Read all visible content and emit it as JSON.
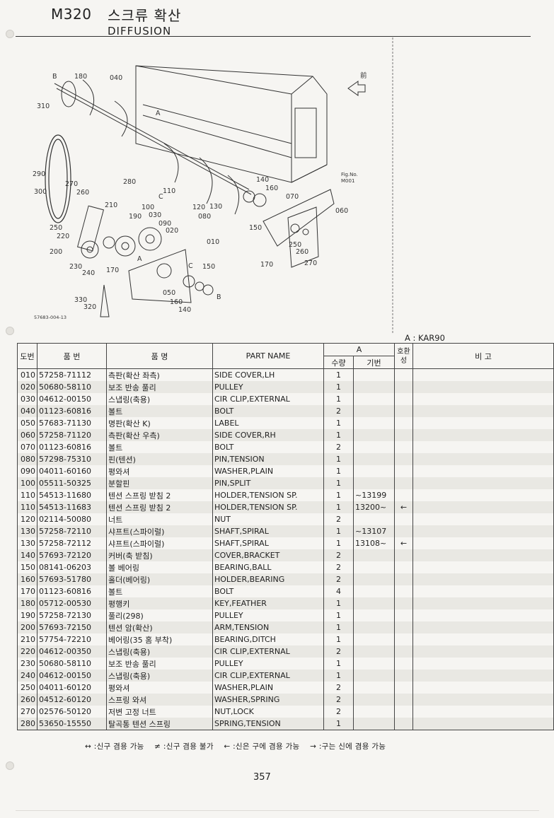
{
  "header": {
    "code": "M320",
    "title_ko": "스크류 확산",
    "title_en": "DIFFUSION"
  },
  "diagram": {
    "callouts": [
      "180",
      "040",
      "310",
      "290",
      "270",
      "300",
      "260",
      "250",
      "220",
      "200",
      "230",
      "240",
      "210",
      "280",
      "110",
      "100",
      "030",
      "190",
      "020",
      "120",
      "090",
      "080",
      "010",
      "170",
      "150",
      "050",
      "160",
      "140",
      "330",
      "320",
      "130",
      "140",
      "160",
      "150",
      "250",
      "260",
      "270",
      "170",
      "070",
      "060",
      "B",
      "B",
      "C",
      "C",
      "A",
      "A"
    ],
    "front_mark": "前",
    "fig_ref_1": "Fig.No.",
    "fig_ref_2": "M001",
    "drawing_no": "57683-004-13"
  },
  "model_label": "A : KAR90",
  "table": {
    "headers": {
      "no": "도번",
      "part_no": "품 번",
      "name_ko": "품 명",
      "part_name": "PART NAME",
      "group_a": "A",
      "qty": "수량",
      "serial": "기번",
      "interchange": "호환성",
      "remarks": "비 고"
    },
    "rows": [
      {
        "no": "010",
        "part_no": "57258-71112",
        "name_ko": "측판(확산 좌측)",
        "part_name": "SIDE COVER,LH",
        "qty": "1",
        "serial": "",
        "interchange": ""
      },
      {
        "no": "020",
        "part_no": "50680-58110",
        "name_ko": "보조 반송 풀리",
        "part_name": "PULLEY",
        "qty": "1",
        "serial": "",
        "interchange": ""
      },
      {
        "no": "030",
        "part_no": "04612-00150",
        "name_ko": "스냅링(축용)",
        "part_name": "CIR CLIP,EXTERNAL",
        "qty": "1",
        "serial": "",
        "interchange": ""
      },
      {
        "no": "040",
        "part_no": "01123-60816",
        "name_ko": "볼트",
        "part_name": "BOLT",
        "qty": "2",
        "serial": "",
        "interchange": ""
      },
      {
        "no": "050",
        "part_no": "57683-71130",
        "name_ko": "명판(확산 K)",
        "part_name": "LABEL",
        "qty": "1",
        "serial": "",
        "interchange": ""
      },
      {
        "no": "060",
        "part_no": "57258-71120",
        "name_ko": "측판(확산 우측)",
        "part_name": "SIDE COVER,RH",
        "qty": "1",
        "serial": "",
        "interchange": ""
      },
      {
        "no": "070",
        "part_no": "01123-60816",
        "name_ko": "볼트",
        "part_name": "BOLT",
        "qty": "2",
        "serial": "",
        "interchange": ""
      },
      {
        "no": "080",
        "part_no": "57298-75310",
        "name_ko": "핀(텐션)",
        "part_name": "PIN,TENSION",
        "qty": "1",
        "serial": "",
        "interchange": ""
      },
      {
        "no": "090",
        "part_no": "04011-60160",
        "name_ko": "평와셔",
        "part_name": "WASHER,PLAIN",
        "qty": "1",
        "serial": "",
        "interchange": ""
      },
      {
        "no": "100",
        "part_no": "05511-50325",
        "name_ko": "분할핀",
        "part_name": "PIN,SPLIT",
        "qty": "1",
        "serial": "",
        "interchange": ""
      },
      {
        "no": "110",
        "part_no": "54513-11680",
        "name_ko": "텐션 스프링 받침 2",
        "part_name": "HOLDER,TENSION SP.",
        "qty": "1",
        "serial": "~13199",
        "interchange": ""
      },
      {
        "no": "110",
        "part_no": "54513-11683",
        "name_ko": "텐션 스프링 받침 2",
        "part_name": "HOLDER,TENSION SP.",
        "qty": "1",
        "serial": "13200~",
        "interchange": "←"
      },
      {
        "no": "120",
        "part_no": "02114-50080",
        "name_ko": "너트",
        "part_name": "NUT",
        "qty": "2",
        "serial": "",
        "interchange": ""
      },
      {
        "no": "130",
        "part_no": "57258-72110",
        "name_ko": "샤프트(스파이럴)",
        "part_name": "SHAFT,SPIRAL",
        "qty": "1",
        "serial": "~13107",
        "interchange": ""
      },
      {
        "no": "130",
        "part_no": "57258-72112",
        "name_ko": "샤프트(스파이럴)",
        "part_name": "SHAFT,SPIRAL",
        "qty": "1",
        "serial": "13108~",
        "interchange": "←"
      },
      {
        "no": "140",
        "part_no": "57693-72120",
        "name_ko": "커버(축 받침)",
        "part_name": "COVER,BRACKET",
        "qty": "2",
        "serial": "",
        "interchange": ""
      },
      {
        "no": "150",
        "part_no": "08141-06203",
        "name_ko": "볼 베어링",
        "part_name": "BEARING,BALL",
        "qty": "2",
        "serial": "",
        "interchange": ""
      },
      {
        "no": "160",
        "part_no": "57693-51780",
        "name_ko": "홀더(베어링)",
        "part_name": "HOLDER,BEARING",
        "qty": "2",
        "serial": "",
        "interchange": ""
      },
      {
        "no": "170",
        "part_no": "01123-60816",
        "name_ko": "볼트",
        "part_name": "BOLT",
        "qty": "4",
        "serial": "",
        "interchange": ""
      },
      {
        "no": "180",
        "part_no": "05712-00530",
        "name_ko": "평행키",
        "part_name": "KEY,FEATHER",
        "qty": "1",
        "serial": "",
        "interchange": ""
      },
      {
        "no": "190",
        "part_no": "57258-72130",
        "name_ko": "풀리(298)",
        "part_name": "PULLEY",
        "qty": "1",
        "serial": "",
        "interchange": ""
      },
      {
        "no": "200",
        "part_no": "57693-72150",
        "name_ko": "텐션 암(확산)",
        "part_name": "ARM,TENSION",
        "qty": "1",
        "serial": "",
        "interchange": ""
      },
      {
        "no": "210",
        "part_no": "57754-72210",
        "name_ko": "베어링(35 홈 부착)",
        "part_name": "BEARING,DITCH",
        "qty": "1",
        "serial": "",
        "interchange": ""
      },
      {
        "no": "220",
        "part_no": "04612-00350",
        "name_ko": "스냅링(축용)",
        "part_name": "CIR CLIP,EXTERNAL",
        "qty": "2",
        "serial": "",
        "interchange": ""
      },
      {
        "no": "230",
        "part_no": "50680-58110",
        "name_ko": "보조 반송 풀리",
        "part_name": "PULLEY",
        "qty": "1",
        "serial": "",
        "interchange": ""
      },
      {
        "no": "240",
        "part_no": "04612-00150",
        "name_ko": "스냅링(축용)",
        "part_name": "CIR CLIP,EXTERNAL",
        "qty": "1",
        "serial": "",
        "interchange": ""
      },
      {
        "no": "250",
        "part_no": "04011-60120",
        "name_ko": "평와셔",
        "part_name": "WASHER,PLAIN",
        "qty": "2",
        "serial": "",
        "interchange": ""
      },
      {
        "no": "260",
        "part_no": "04512-60120",
        "name_ko": "스프링 와셔",
        "part_name": "WASHER,SPRING",
        "qty": "2",
        "serial": "",
        "interchange": ""
      },
      {
        "no": "270",
        "part_no": "02576-50120",
        "name_ko": "저변 고정 너트",
        "part_name": "NUT,LOCK",
        "qty": "2",
        "serial": "",
        "interchange": ""
      },
      {
        "no": "280",
        "part_no": "53650-15550",
        "name_ko": "탈곡통 텐션 스프링",
        "part_name": "SPRING,TENSION",
        "qty": "1",
        "serial": "",
        "interchange": ""
      }
    ]
  },
  "legend": {
    "items": [
      "↔ :신구 겸용 가능",
      "≠ :신구 겸용 불가",
      "← :신은 구에 겸용 가능",
      "→ :구는 신에 겸용 가능"
    ]
  },
  "page_number": "357"
}
